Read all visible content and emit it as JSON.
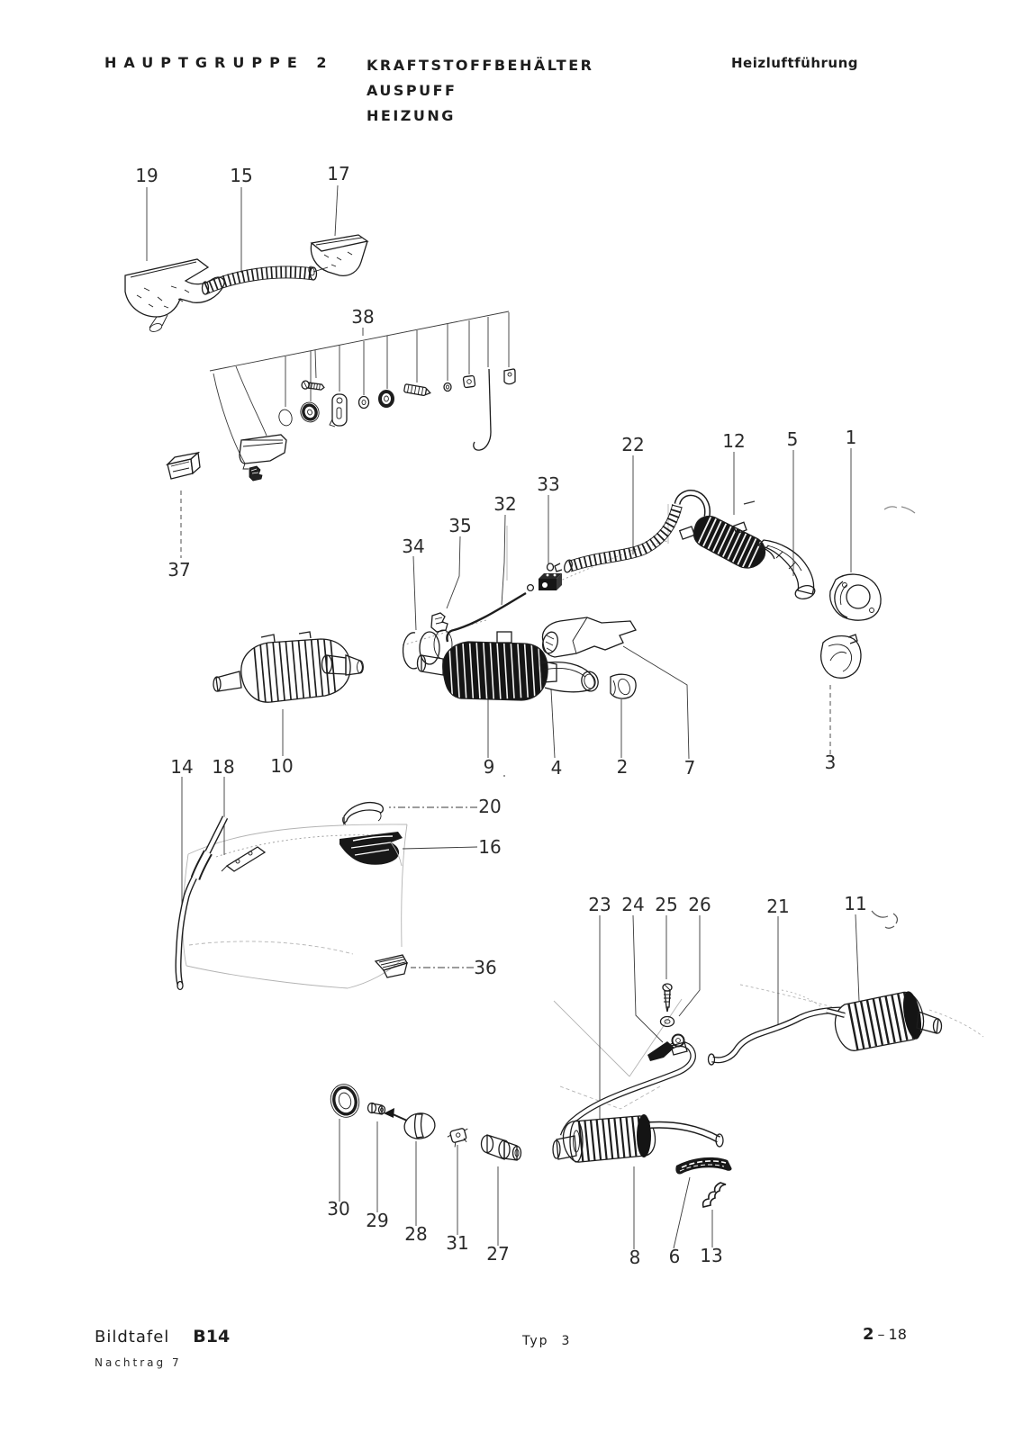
{
  "header": {
    "group": "HAUPTGRUPPE 2",
    "titles": [
      "KRAFTSTOFFBEHÄLTER",
      "AUSPUFF",
      "HEIZUNG"
    ],
    "section": "Heizluftführung"
  },
  "footer": {
    "plate_label": "Bildtafel",
    "plate_code": "B14",
    "supplement": "Nachtrag 7",
    "type_label": "Typ",
    "type_value": "3",
    "page_major": "2",
    "page_dash": "–",
    "page_minor": "18"
  },
  "diagram": {
    "numbers": {
      "n1": "1",
      "n2": "2",
      "n3": "3",
      "n4": "4",
      "n5": "5",
      "n6": "6",
      "n7": "7",
      "n8": "8",
      "n9": "9",
      "n10": "10",
      "n11": "11",
      "n12": "12",
      "n13": "13",
      "n14": "14",
      "n15": "15",
      "n16": "16",
      "n17": "17",
      "n18": "18",
      "n19": "19",
      "n20": "20",
      "n21": "21",
      "n22": "22",
      "n23": "23",
      "n24": "24",
      "n25": "25",
      "n26": "26",
      "n27": "27",
      "n28": "28",
      "n29": "29",
      "n30": "30",
      "n31": "31",
      "n32": "32",
      "n33": "33",
      "n34": "34",
      "n35": "35",
      "n36": "36",
      "n37": "37",
      "n38": "38"
    }
  }
}
